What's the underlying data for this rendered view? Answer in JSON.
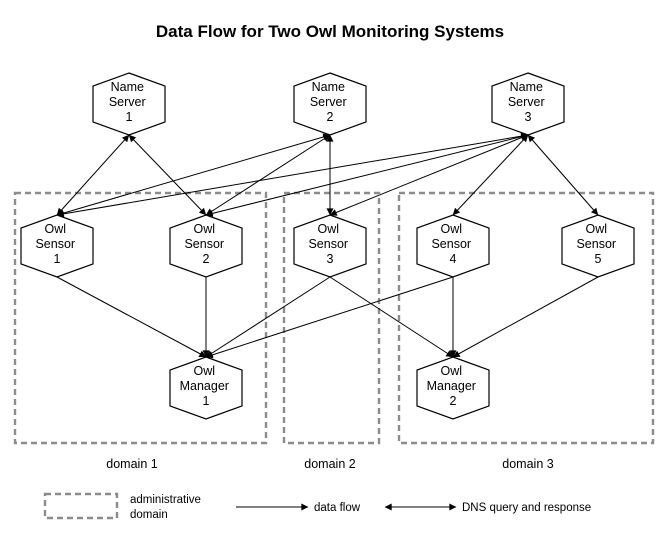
{
  "title": "Data Flow for Two Owl Monitoring Systems",
  "nodes": {
    "ns1": {
      "lines": [
        "Name",
        "Server",
        "1"
      ]
    },
    "ns2": {
      "lines": [
        "Name",
        "Server",
        "2"
      ]
    },
    "ns3": {
      "lines": [
        "Name",
        "Server",
        "3"
      ]
    },
    "os1": {
      "lines": [
        "Owl",
        "Sensor",
        "1"
      ]
    },
    "os2": {
      "lines": [
        "Owl",
        "Sensor",
        "2"
      ]
    },
    "os3": {
      "lines": [
        "Owl",
        "Sensor",
        "3"
      ]
    },
    "os4": {
      "lines": [
        "Owl",
        "Sensor",
        "4"
      ]
    },
    "os5": {
      "lines": [
        "Owl",
        "Sensor",
        "5"
      ]
    },
    "om1": {
      "lines": [
        "Owl",
        "Manager",
        "1"
      ]
    },
    "om2": {
      "lines": [
        "Owl",
        "Manager",
        "2"
      ]
    }
  },
  "domains": {
    "d1": {
      "label": "domain 1"
    },
    "d2": {
      "label": "domain 2"
    },
    "d3": {
      "label": "domain 3"
    }
  },
  "edges": [
    {
      "from": "ns1",
      "to": "os1",
      "kind": "dns"
    },
    {
      "from": "ns1",
      "to": "os2",
      "kind": "dns"
    },
    {
      "from": "ns2",
      "to": "os1",
      "kind": "dns"
    },
    {
      "from": "ns2",
      "to": "os2",
      "kind": "dns"
    },
    {
      "from": "ns2",
      "to": "os3",
      "kind": "dns"
    },
    {
      "from": "ns3",
      "to": "os1",
      "kind": "dns"
    },
    {
      "from": "ns3",
      "to": "os2",
      "kind": "dns"
    },
    {
      "from": "ns3",
      "to": "os3",
      "kind": "dns"
    },
    {
      "from": "ns3",
      "to": "os4",
      "kind": "dns"
    },
    {
      "from": "ns3",
      "to": "os5",
      "kind": "dns"
    },
    {
      "from": "os1",
      "to": "om1",
      "kind": "data"
    },
    {
      "from": "os2",
      "to": "om1",
      "kind": "data"
    },
    {
      "from": "os3",
      "to": "om1",
      "kind": "data"
    },
    {
      "from": "os4",
      "to": "om1",
      "kind": "data"
    },
    {
      "from": "os3",
      "to": "om2",
      "kind": "data"
    },
    {
      "from": "os4",
      "to": "om2",
      "kind": "data"
    },
    {
      "from": "os5",
      "to": "om2",
      "kind": "data"
    }
  ],
  "legend": {
    "domain_lines": [
      "administrative",
      "domain"
    ],
    "data_flow": "data flow",
    "dns": "DNS query and response"
  }
}
